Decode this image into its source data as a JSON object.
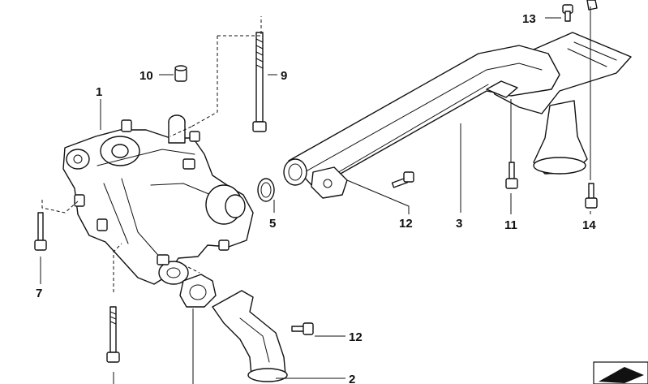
{
  "diagram": {
    "callouts": {
      "c1": "1",
      "c2": "2",
      "c3": "3",
      "c5": "5",
      "c7": "7",
      "c9": "9",
      "c10": "10",
      "c11": "11",
      "c12a": "12",
      "c12b": "12",
      "c13": "13",
      "c14": "14"
    }
  }
}
